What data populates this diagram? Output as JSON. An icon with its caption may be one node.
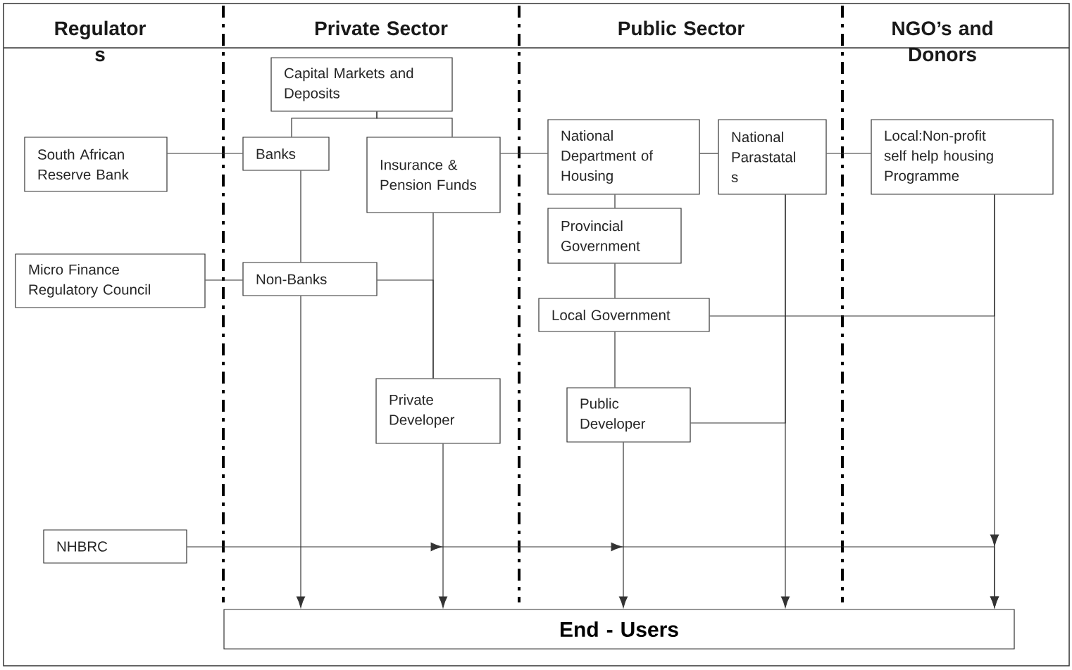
{
  "diagram": {
    "nodes": [
      {
        "text": [
          "Capital Markets and Deposits"
        ]
      },
      {
        "text": [
          "South African Reserve Bank"
        ]
      },
      {
        "text": [
          "Banks"
        ]
      },
      {
        "text": [
          "Insurance & Pension Funds"
        ]
      },
      {
        "text": [
          "National Department of Housing"
        ]
      },
      {
        "text": [
          "National Parastatal s"
        ]
      },
      {
        "text": [
          "Local:Non-profit self help housing Programme"
        ]
      },
      {
        "text": [
          "Provincial Government"
        ]
      },
      {
        "text": [
          "Micro Finance Regulatory Council"
        ]
      },
      {
        "text": [
          "Non-Banks"
        ]
      },
      {
        "text": [
          "Local Government"
        ]
      },
      {
        "text": [
          "Private Developer"
        ]
      },
      {
        "text": [
          "Public Developer"
        ]
      },
      {
        "text": [
          "NHBRC"
        ]
      },
      {
        "text": [
          "End - Users"
        ]
      }
    ],
    "edges": [
      {
        "from": 0,
        "to": 2,
        "arrow": "none"
      },
      {
        "from": 0,
        "to": 3,
        "arrow": "none"
      },
      {
        "from": 1,
        "to": 2,
        "arrow": "none"
      },
      {
        "from": 3,
        "to": 4,
        "arrow": "none"
      },
      {
        "from": 4,
        "to": 5,
        "arrow": "none"
      },
      {
        "from": 5,
        "to": 6,
        "arrow": "none"
      },
      {
        "from": 4,
        "to": 7,
        "arrow": "none"
      },
      {
        "from": 7,
        "to": 10,
        "arrow": "none"
      },
      {
        "from": 10,
        "to": 12,
        "arrow": "none"
      },
      {
        "from": 2,
        "to": 9,
        "arrow": "none"
      },
      {
        "from": 8,
        "to": 9,
        "arrow": "none"
      },
      {
        "from": 3,
        "to": 11,
        "arrow": "none"
      },
      {
        "from": 9,
        "to": 11,
        "arrow": "none"
      },
      {
        "from": 9,
        "to": 14,
        "arrow": "to"
      },
      {
        "from": 11,
        "to": 14,
        "arrow": "to"
      },
      {
        "from": 12,
        "to": 14,
        "arrow": "to"
      },
      {
        "from": 5,
        "to": 14,
        "arrow": "to"
      },
      {
        "from": 12,
        "to": 5,
        "arrow": "none"
      },
      {
        "from": 6,
        "to": 14,
        "arrow": "to"
      },
      {
        "from": 10,
        "to": 6,
        "arrow": "none"
      },
      {
        "from": 13,
        "to": 14,
        "arrow": "to"
      }
    ],
    "labels": [
      "Regulator s",
      "Private Sector",
      "Public Sector",
      "NGO’s and Donors"
    ]
  }
}
